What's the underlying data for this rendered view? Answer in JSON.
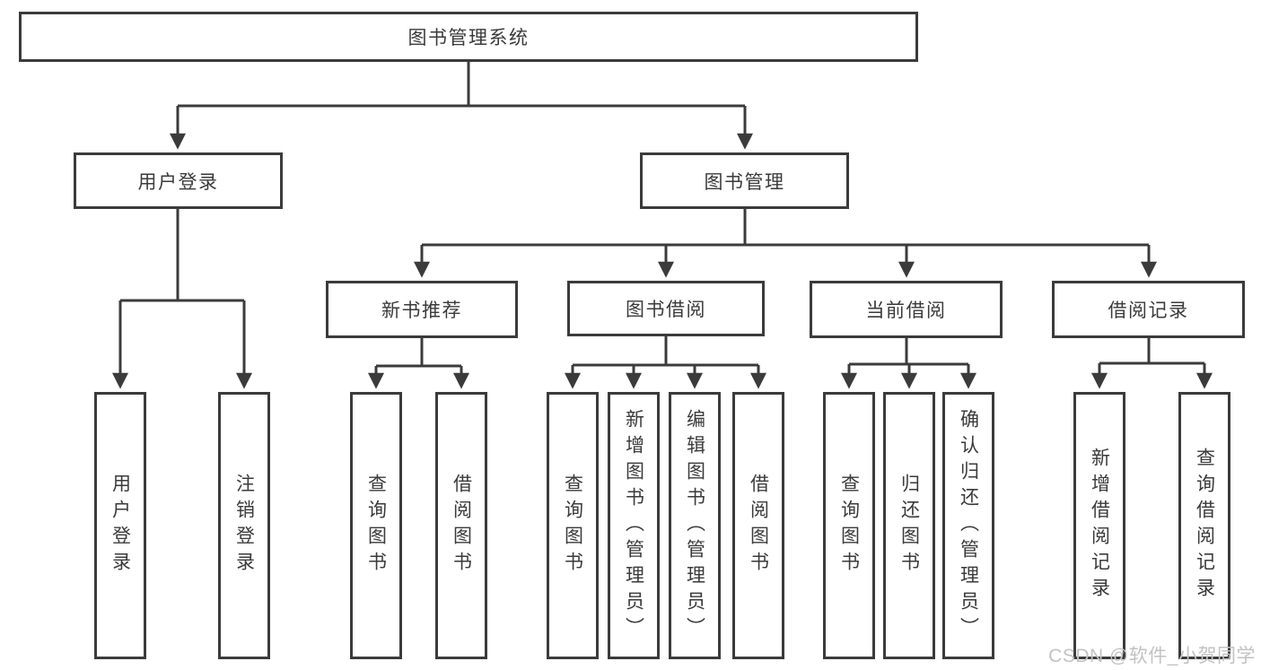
{
  "diagram": {
    "title": "图书管理系统",
    "branches": [
      {
        "label": "用户登录",
        "children": [
          "用户登录",
          "注销登录"
        ]
      },
      {
        "label": "图书管理",
        "groups": [
          {
            "label": "新书推荐",
            "children": [
              "查询图书",
              "借阅图书"
            ]
          },
          {
            "label": "图书借阅",
            "children": [
              "查询图书",
              "新增图书（管理员）",
              "编辑图书（管理员）",
              "借阅图书"
            ]
          },
          {
            "label": "当前借阅",
            "children": [
              "查询图书",
              "归还图书",
              "确认归还（管理员）"
            ]
          },
          {
            "label": "借阅记录",
            "children": [
              "新增借阅记录",
              "查询借阅记录"
            ]
          }
        ]
      }
    ]
  },
  "watermark": {
    "text": "CSDN @软件_小贺同学"
  },
  "colors": {
    "line": "#3b3b3b",
    "text": "#3a3a3a",
    "background": "#ffffff",
    "watermark": "#c2c2c2"
  }
}
